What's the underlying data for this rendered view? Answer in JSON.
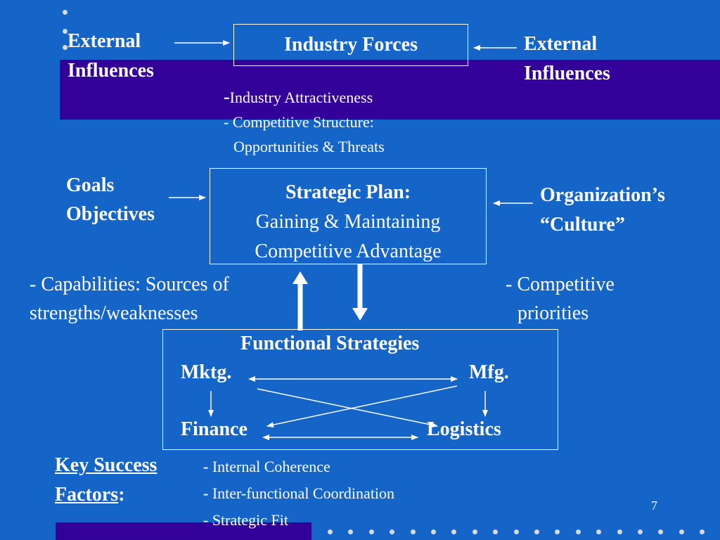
{
  "top_left": {
    "line1": "External",
    "line2": "Influences"
  },
  "top_right": {
    "line1": "External",
    "line2": "Influences"
  },
  "industry_box": {
    "title": "Industry Forces"
  },
  "industry_points": {
    "dash1": "-",
    "line1": "Industry Attractiveness",
    "line2": "- Competitive Structure:",
    "line3": "Opportunities & Threats"
  },
  "goals": {
    "line1": "Goals",
    "line2": "Objectives"
  },
  "culture": {
    "line1": "Organization’s",
    "line2": "“Culture”"
  },
  "strategic_box": {
    "title": "Strategic Plan:",
    "line2": "Gaining & Maintaining",
    "line3": "Competitive Advantage"
  },
  "capabilities": {
    "line1": "- Capabilities:  Sources of",
    "line2": "strengths/weaknesses"
  },
  "priorities": {
    "line1": "- Competitive",
    "line2": "priorities"
  },
  "functional_box": {
    "title": "Functional Strategies",
    "mktg": "Mktg.",
    "mfg": "Mfg.",
    "finance": "Finance",
    "logistics": "Logistics"
  },
  "ksf": {
    "label1": "Key Success",
    "label2": "Factors",
    "colon": ":",
    "dash": "- ",
    "item1": "Internal Coherence",
    "item2": "Inter-functional Coordination",
    "item3": "- Strategic Fit"
  },
  "page_number": "7",
  "colors": {
    "background": "#1565c8",
    "band": "#330099",
    "text": "#ffffff",
    "dots": "#d9d9d9"
  }
}
